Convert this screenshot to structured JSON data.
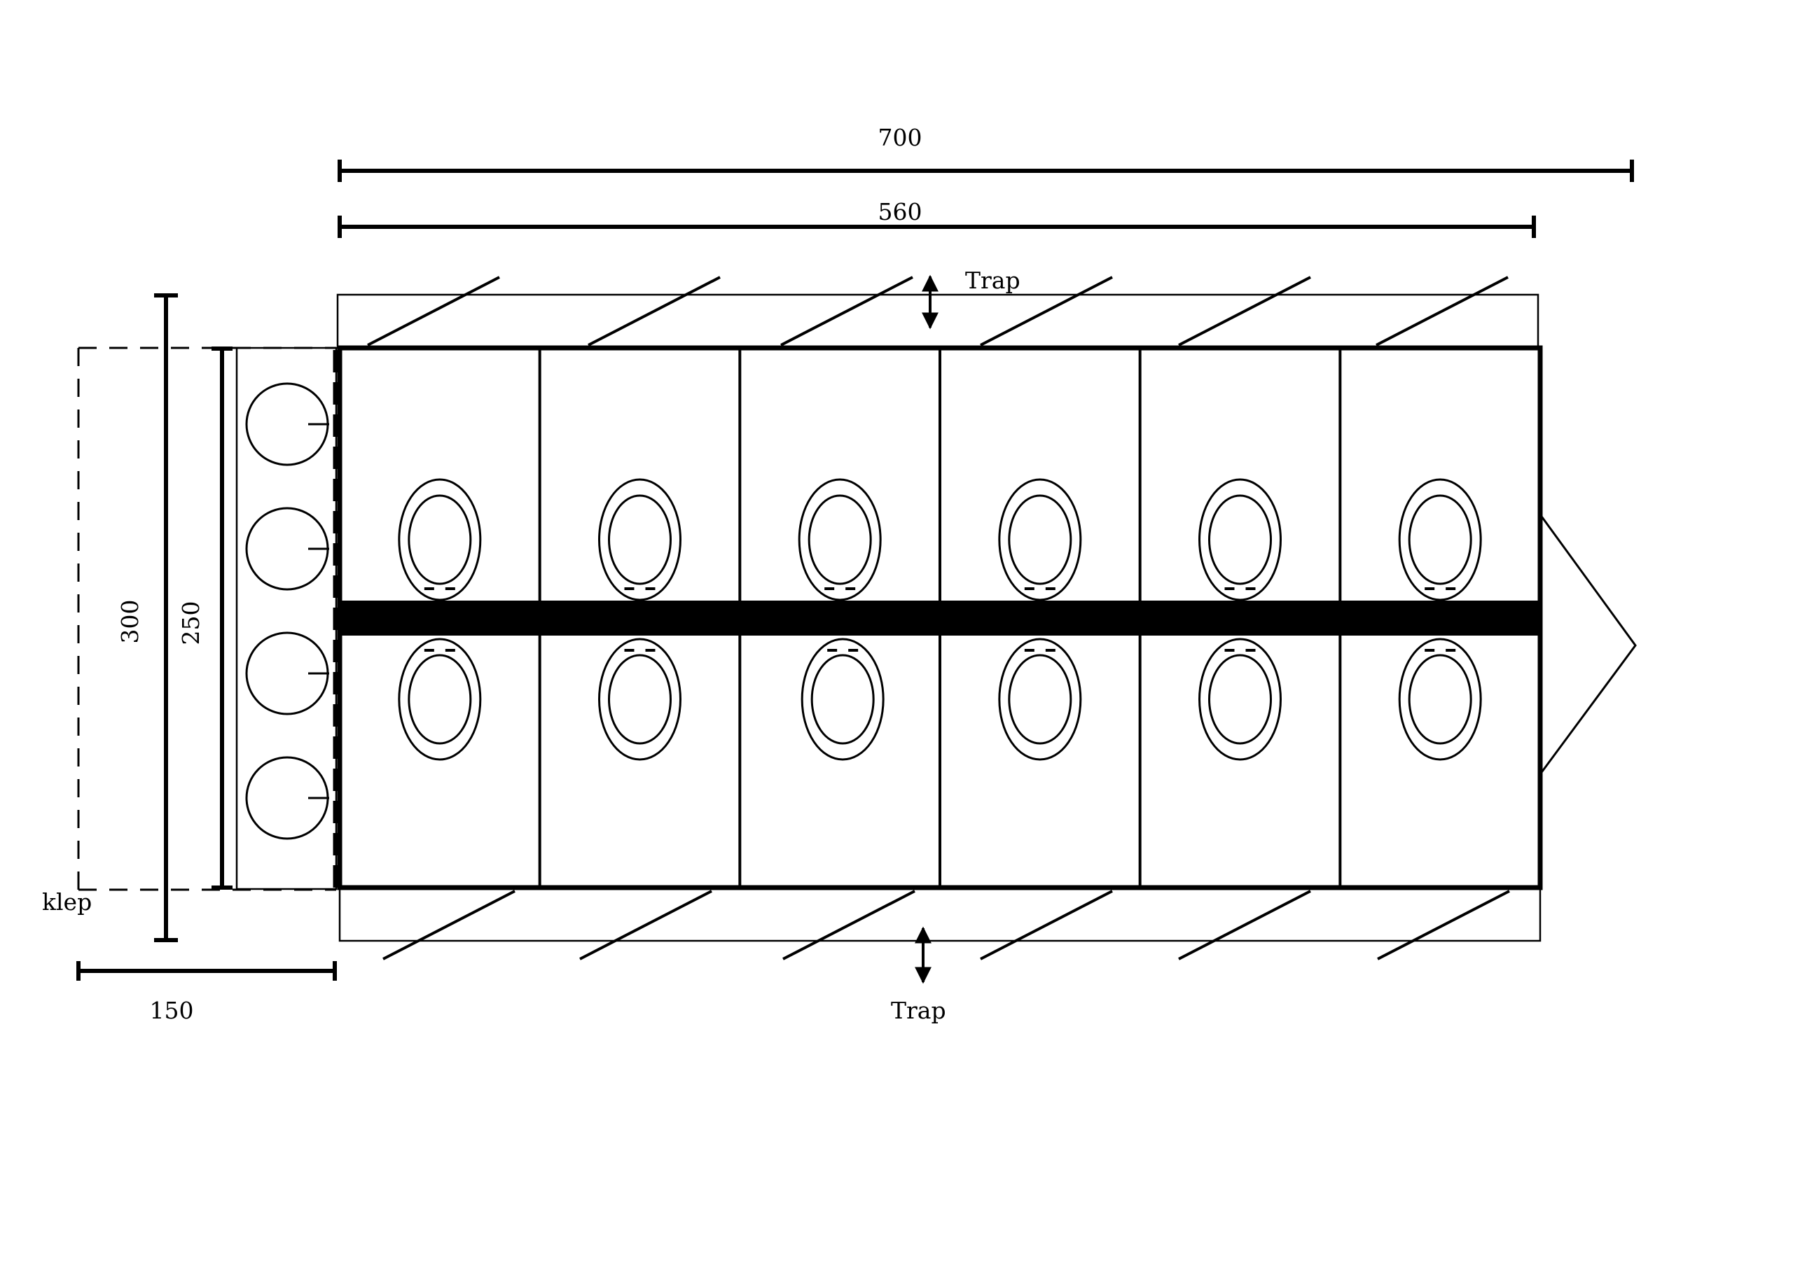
{
  "dimensions": {
    "total_length": "700",
    "body_length": "560",
    "total_width": "300",
    "body_width": "250",
    "flap_depth": "150"
  },
  "labels": {
    "trap_top": "Trap",
    "trap_bottom": "Trap",
    "flap": "klep"
  },
  "layout": {
    "cabins_per_row": 6,
    "rows": 2,
    "urinals": 4
  },
  "colors": {
    "line": "#000000",
    "background": "#ffffff"
  }
}
